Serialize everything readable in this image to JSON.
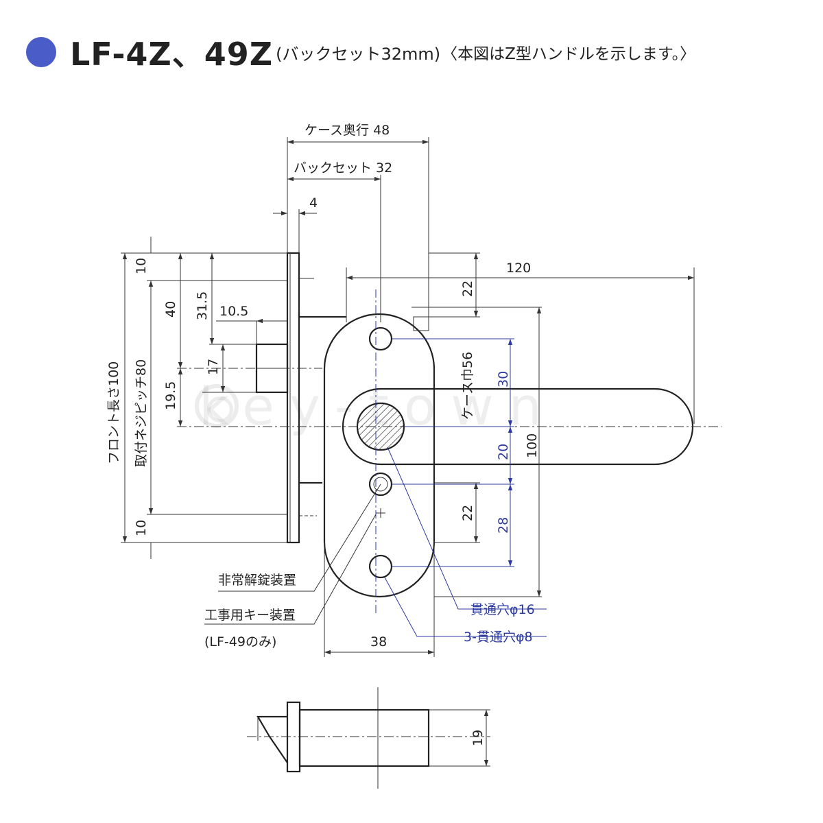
{
  "header": {
    "title_main": "LF-4Z、49Z",
    "title_sub": "(バックセット32mm)",
    "title_note": "〈本図はZ型ハンドルを示します。〉",
    "bullet_color": "#4a5cc8"
  },
  "dimensions": {
    "case_depth": "ケース奥行 48",
    "backset": "バックセット 32",
    "four": "4",
    "handle_length": "120",
    "d22_top": "22",
    "d22_bottom": "22",
    "d10_top": "10",
    "d10_bottom": "10",
    "d40": "40",
    "d31_5": "31.5",
    "d10_5": "10.5",
    "d17": "17",
    "d19_5": "19.5",
    "front_length": "フロント長さ100",
    "screw_pitch": "取付ネジピッチ80",
    "case_width": "ケース巾56",
    "d100": "100",
    "d30": "30",
    "d20": "20",
    "d28": "28",
    "d38": "38",
    "d19": "19"
  },
  "callouts": {
    "emergency_unlock": "非常解錠装置",
    "construction_key": "工事用キー装置",
    "lf49_only": "(LF-49のみ)",
    "through_hole_16": "貫通穴φ16",
    "through_hole_8": "3-貫通穴φ8"
  },
  "watermark": {
    "text": "key-town"
  },
  "colors": {
    "line": "#222222",
    "blue": "#2b3aa0"
  }
}
